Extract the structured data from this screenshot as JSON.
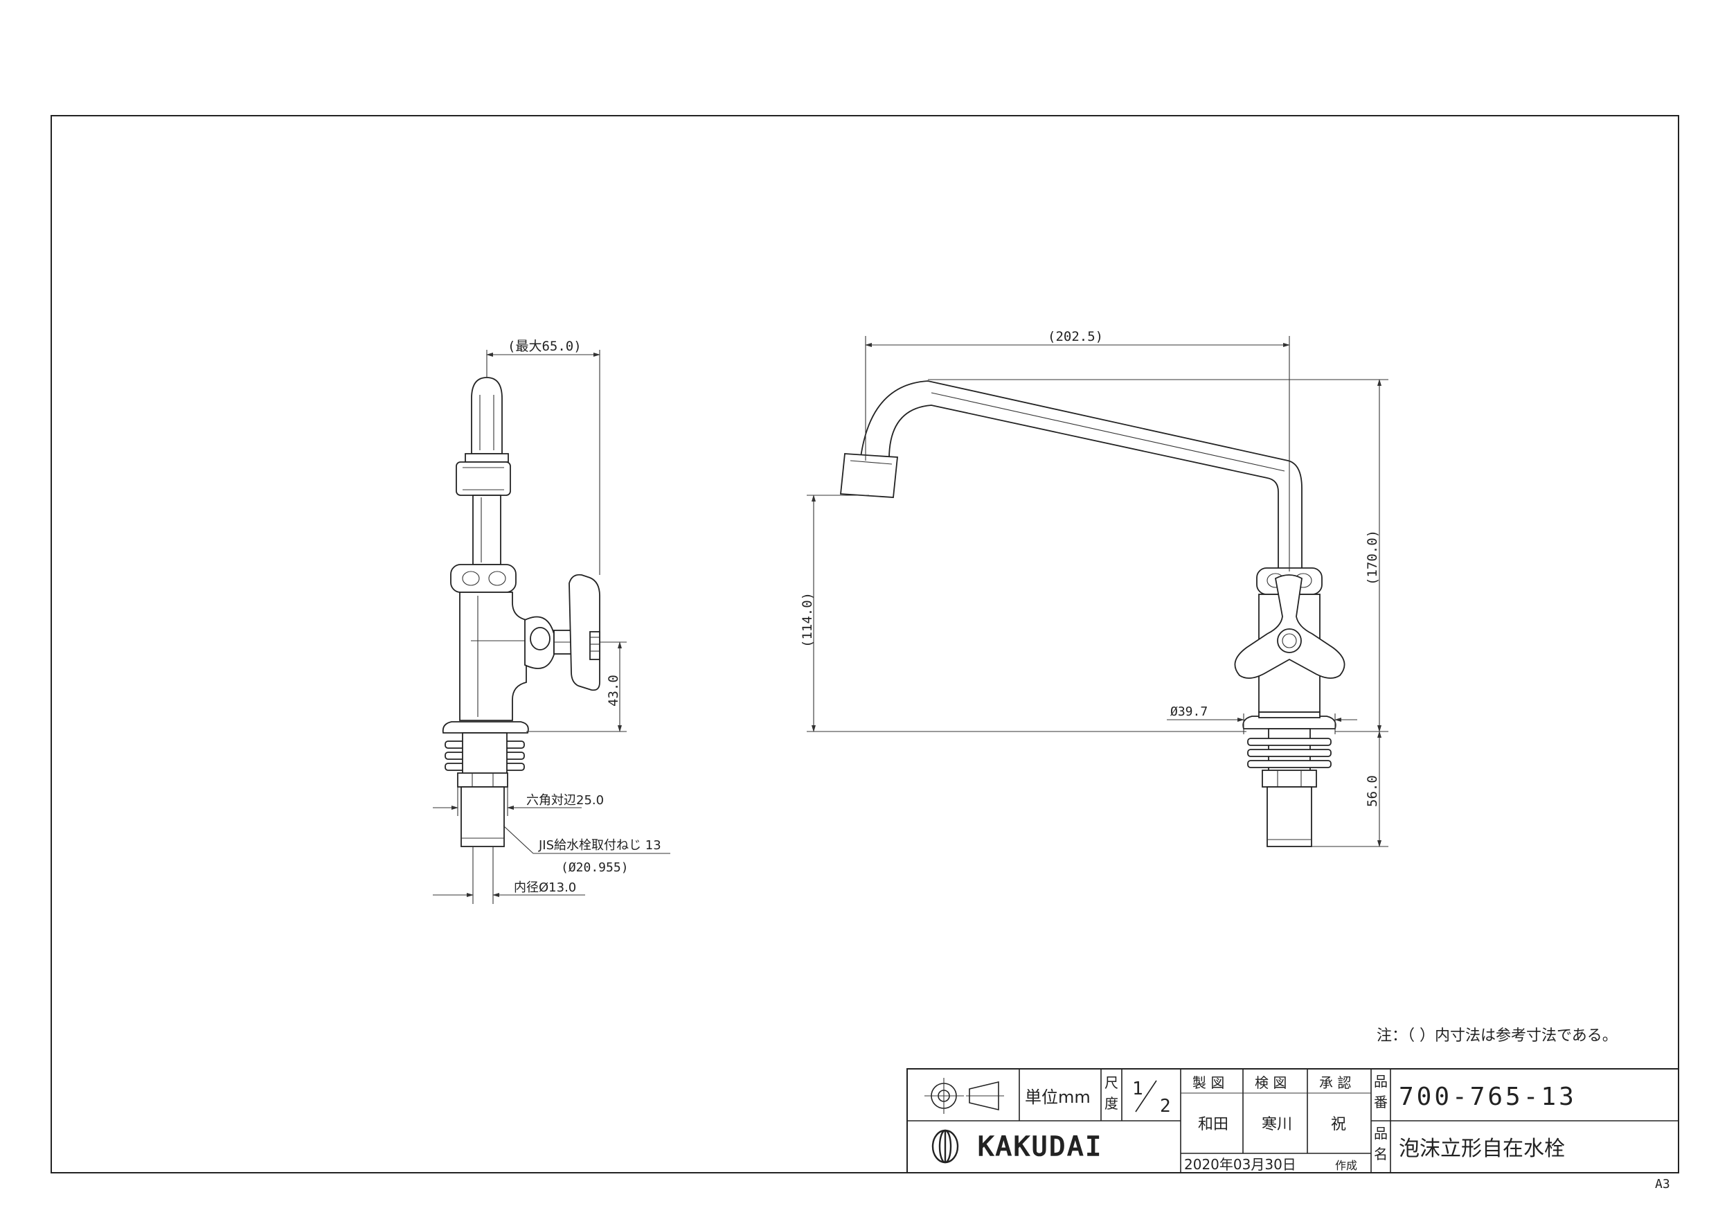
{
  "side_view": {
    "dim_max_width": "(最大65.0)",
    "dim_lever_height": "43.0",
    "dim_hex": "六角対辺25.0",
    "dim_thread": "JIS給水栓取付ねじ 13",
    "dim_thread_dia": "(Ø20.955)",
    "dim_inner_dia": "内径Ø13.0"
  },
  "front_view": {
    "dim_reach": "(202.5)",
    "dim_spout_height": "(114.0)",
    "dim_total_height": "(170.0)",
    "dim_base_dia": "Ø39.7",
    "dim_shank": "56.0"
  },
  "note": "注：（ ）内寸法は参考寸法である。",
  "title_block": {
    "unit_label": "単位mm",
    "scale_label_1": "尺",
    "scale_label_2": "度",
    "scale_num": "1",
    "scale_den": "2",
    "col_drawn": "製 図",
    "col_checked": "検 図",
    "col_approved": "承 認",
    "drawn_by": "和田",
    "checked_by": "寒川",
    "approved_by": "祝",
    "part_no_label_1": "品",
    "part_no_label_2": "番",
    "part_no": "700-765-13",
    "part_name_label_1": "品",
    "part_name_label_2": "名",
    "part_name": "泡沫立形自在水栓",
    "brand": "KAKUDAI",
    "date": "2020年03月30日",
    "date_suffix": "作成"
  },
  "sheet_size": "A3"
}
